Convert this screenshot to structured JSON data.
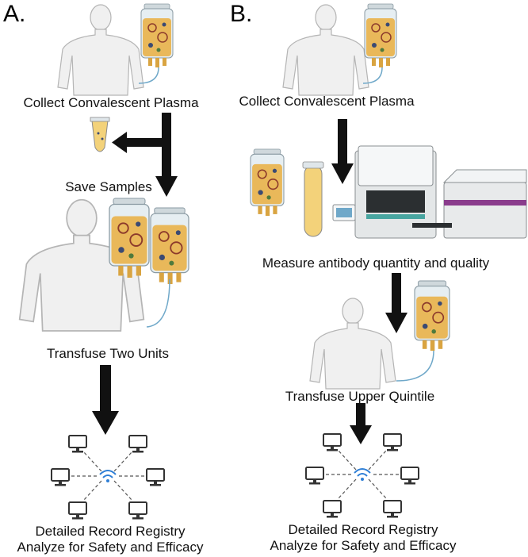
{
  "panels": {
    "a": {
      "letter": "A.",
      "collect": "Collect Convalescent Plasma",
      "save": "Save Samples",
      "transfuse": "Transfuse Two Units",
      "registry_1": "Detailed Record Registry",
      "registry_2": "Analyze for Safety and Efficacy"
    },
    "b": {
      "letter": "B.",
      "collect": "Collect Convalescent Plasma",
      "measure": "Measure antibody quantity and quality",
      "transfuse": "Transfuse Upper Quintile",
      "registry_1": "Detailed Record Registry",
      "registry_2": "Analyze for Safety and Efficacy"
    }
  },
  "colors": {
    "arrow": "#111111",
    "body_fill": "#f0f0f0",
    "body_stroke": "#b5b5b5",
    "plasma": "#e9b85a",
    "bag": "#e6eef2",
    "wifi": "#2f7fd6",
    "monitor": "#333333",
    "purple_band": "#8a3c8c"
  }
}
